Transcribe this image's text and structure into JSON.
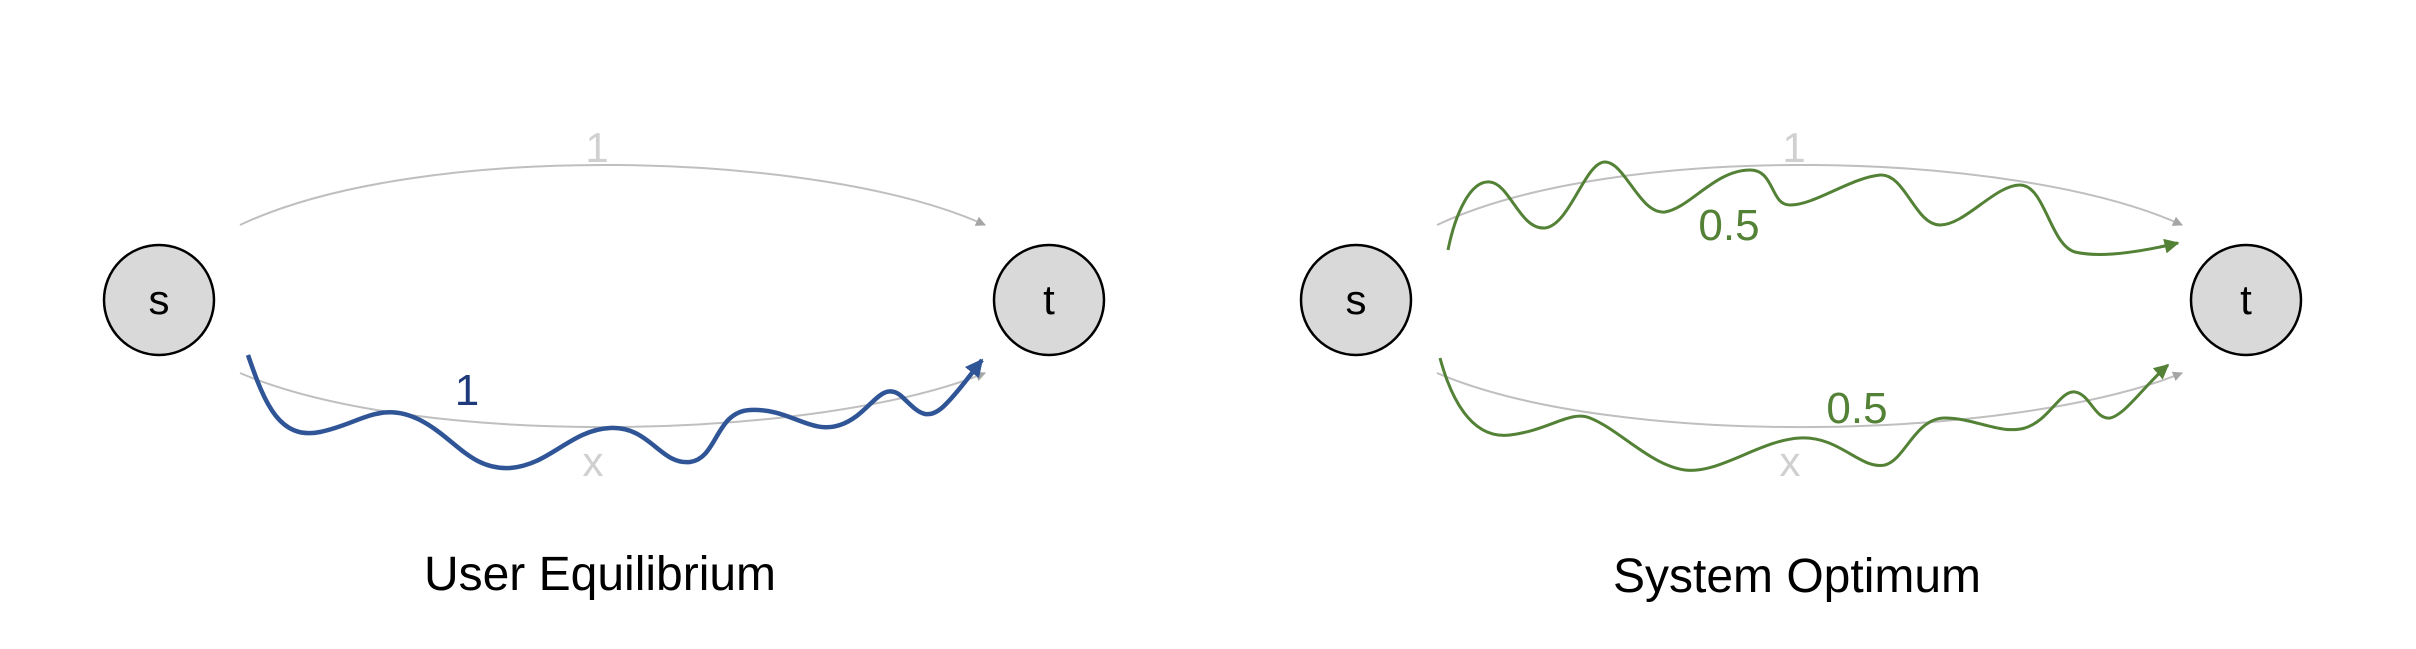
{
  "panels": [
    {
      "caption": "User Equilibrium",
      "source_label": "s",
      "target_label": "t",
      "top_edge_cost": "1",
      "bottom_edge_cost": "x",
      "flow_label": "1",
      "flow_color": "#2f5597"
    },
    {
      "caption": "System Optimum",
      "source_label": "s",
      "target_label": "t",
      "top_edge_cost": "1",
      "bottom_edge_cost": "x",
      "top_flow_label": "0.5",
      "bottom_flow_label": "0.5",
      "flow_color": "#538135"
    }
  ],
  "colors": {
    "node_fill": "#d9d9d9",
    "edge": "#bfbfbf",
    "edge_label": "#d0d0d0"
  }
}
